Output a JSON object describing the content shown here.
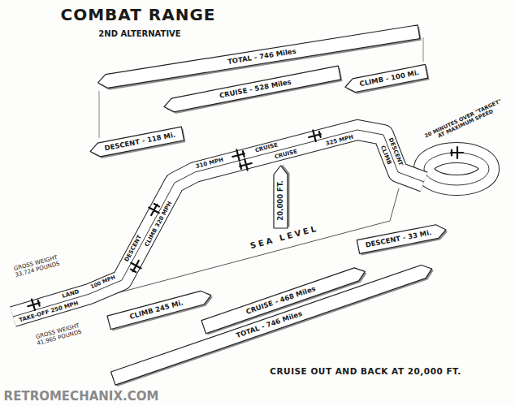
{
  "diagram": {
    "title": "COMBAT RANGE",
    "caption": "CRUISE OUT AND BACK AT 20,000 FT.",
    "nodes": [
      {
        "text": [
          "TOTAL - 746 Miles"
        ]
      },
      {
        "text": [
          "CRUISE - 528 Miles"
        ]
      },
      {
        "text": [
          "CLIMB - 100 Mi."
        ]
      },
      {
        "text": [
          "DESCENT - 118 Mi."
        ]
      },
      {
        "text": [
          "20,000 FT."
        ]
      },
      {
        "text": [
          "CLIMB 245 Mi."
        ]
      },
      {
        "text": [
          "CRUISE - 468 Miles"
        ]
      },
      {
        "text": [
          "DESCENT - 33 Mi."
        ]
      },
      {
        "text": [
          "TOTAL - 746 Miles"
        ]
      }
    ],
    "labels": [
      "2ND ALTERNATIVE",
      "GROSS WEIGHT 33,724 POUNDS",
      "GROSS WEIGHT 41,965 POUNDS",
      "TAKE-OFF 250 MPH",
      "LAND",
      "100 MPH",
      "DESCENT",
      "CLIMB 320 MPH",
      "310 MPH",
      "CRUISE",
      "CRUISE",
      "325 MPH",
      "CLIMB",
      "DESCENT",
      "SEA LEVEL",
      "20 MINUTES OVER \"TARGET\" AT MAXIMUM SPEED",
      "RETROMECHANIX.COM"
    ]
  }
}
